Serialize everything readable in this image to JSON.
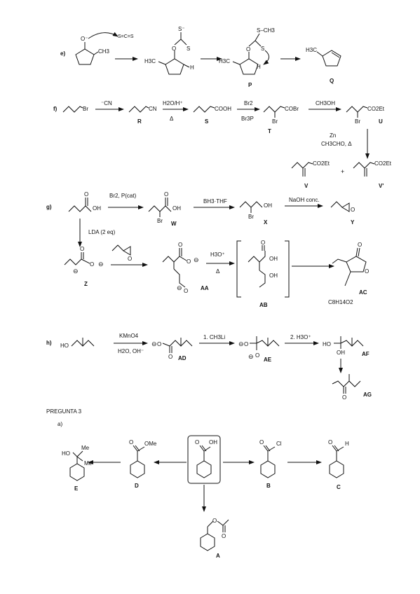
{
  "section_e": {
    "label": "e)",
    "o_minus": "O⁻",
    "ch3": "CH3",
    "cs2": "S=C=S",
    "s_minus": "S⁻",
    "o": "O",
    "s": "S",
    "h3c": "H3C",
    "h": "H",
    "sch3": "S–CH3",
    "p": "P",
    "q": "Q"
  },
  "section_f": {
    "label": "f)",
    "br": "Br",
    "cn_reagent": "⁻CN",
    "cn": "CN",
    "h2o_h": "H2O/H⁺",
    "delta": "Δ",
    "r": "R",
    "cooh": "COOH",
    "s": "S",
    "br2": "Br2",
    "br3p": "Br3P",
    "cobr": "COBr",
    "br_sub": "Br",
    "t": "T",
    "ch3oh": "CH3OH",
    "co2et": "CO2Et",
    "u": "U",
    "zn": "Zn",
    "ch3cho": "CH3CHO, Δ",
    "plus": "+",
    "v": "V",
    "v2": "V'"
  },
  "section_g": {
    "label": "g)",
    "oh": "OH",
    "o": "O",
    "br2p": "Br2, P(cat)",
    "br": "Br",
    "w": "W",
    "bh3": "BH3·THF",
    "x": "X",
    "naoh": "NaOH conc.",
    "y": "Y",
    "lda": "LDA (2 eq)",
    "z": "Z",
    "minus": "⊖",
    "h3o": "H3O⁺",
    "delta": "Δ",
    "aa": "AA",
    "ab": "AB",
    "ac": "AC",
    "formula": "C8H14O2"
  },
  "section_h": {
    "label": "h)",
    "ho": "HO",
    "kmno4": "KMnO4",
    "h2o_oh": "H2O, OH⁻",
    "ad": "AD",
    "step1": "1. CH3Li",
    "ae": "AE",
    "step2": "2. H3O⁺",
    "ho2": "HO",
    "oh": "OH",
    "af": "AF",
    "ag": "AG",
    "o": "O"
  },
  "pregunta": {
    "title": "PREGUNTA 3",
    "sub": "a)",
    "me": "Me",
    "ho": "HO",
    "ome": "OMe",
    "oh": "OH",
    "cl": "Cl",
    "h": "H",
    "o": "O",
    "e": "E",
    "d": "D",
    "b": "B",
    "c": "C",
    "a": "A"
  }
}
